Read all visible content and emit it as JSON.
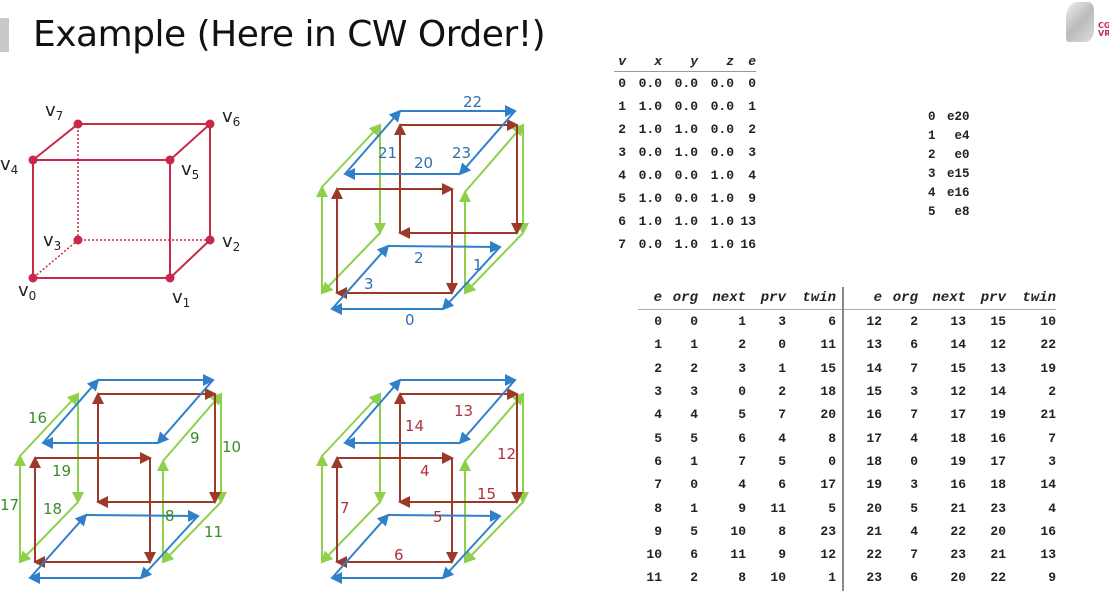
{
  "title": "Example (Here in CW Order!)",
  "logo_text": "CG VR",
  "colors": {
    "cube": "#c8294a",
    "blue": "#2f80c8",
    "red": "#9c3a2a",
    "green": "#8fd04a",
    "green_text": "#3a8c2a",
    "red_text": "#b03040",
    "blue_text": "#2f70b0"
  },
  "cube_labels": [
    {
      "base": "v",
      "sub": "0"
    },
    {
      "base": "v",
      "sub": "1"
    },
    {
      "base": "v",
      "sub": "2"
    },
    {
      "base": "v",
      "sub": "3"
    },
    {
      "base": "v",
      "sub": "4"
    },
    {
      "base": "v",
      "sub": "5"
    },
    {
      "base": "v",
      "sub": "6"
    },
    {
      "base": "v",
      "sub": "7"
    }
  ],
  "diagram_labels": {
    "d1": [
      "22",
      "21",
      "20",
      "23",
      "2",
      "1",
      "3",
      "0"
    ],
    "d2": [
      "16",
      "9",
      "10",
      "19",
      "17",
      "18",
      "8",
      "11"
    ],
    "d3": [
      "13",
      "14",
      "12",
      "4",
      "15",
      "7",
      "5",
      "6"
    ]
  },
  "vertex_table": {
    "headers": [
      "v",
      "x",
      "y",
      "z",
      "e"
    ],
    "rows": [
      [
        "0",
        "0.0",
        "0.0",
        "0.0",
        "0"
      ],
      [
        "1",
        "1.0",
        "0.0",
        "0.0",
        "1"
      ],
      [
        "2",
        "1.0",
        "1.0",
        "0.0",
        "2"
      ],
      [
        "3",
        "0.0",
        "1.0",
        "0.0",
        "3"
      ],
      [
        "4",
        "0.0",
        "0.0",
        "1.0",
        "4"
      ],
      [
        "5",
        "1.0",
        "0.0",
        "1.0",
        "9"
      ],
      [
        "6",
        "1.0",
        "1.0",
        "1.0",
        "13"
      ],
      [
        "7",
        "0.0",
        "1.0",
        "1.0",
        "16"
      ]
    ]
  },
  "face_table": {
    "rows": [
      [
        "0",
        "e20"
      ],
      [
        "1",
        "e4"
      ],
      [
        "2",
        "e0"
      ],
      [
        "3",
        "e15"
      ],
      [
        "4",
        "e16"
      ],
      [
        "5",
        "e8"
      ]
    ]
  },
  "edge_table": {
    "headers": [
      "e",
      "org",
      "next",
      "prv",
      "twin"
    ],
    "rows": [
      [
        "0",
        "0",
        "1",
        "3",
        "6",
        "12",
        "2",
        "13",
        "15",
        "10"
      ],
      [
        "1",
        "1",
        "2",
        "0",
        "11",
        "13",
        "6",
        "14",
        "12",
        "22"
      ],
      [
        "2",
        "2",
        "3",
        "1",
        "15",
        "14",
        "7",
        "15",
        "13",
        "19"
      ],
      [
        "3",
        "3",
        "0",
        "2",
        "18",
        "15",
        "3",
        "12",
        "14",
        "2"
      ],
      [
        "4",
        "4",
        "5",
        "7",
        "20",
        "16",
        "7",
        "17",
        "19",
        "21"
      ],
      [
        "5",
        "5",
        "6",
        "4",
        "8",
        "17",
        "4",
        "18",
        "16",
        "7"
      ],
      [
        "6",
        "1",
        "7",
        "5",
        "0",
        "18",
        "0",
        "19",
        "17",
        "3"
      ],
      [
        "7",
        "0",
        "4",
        "6",
        "17",
        "19",
        "3",
        "16",
        "18",
        "14"
      ],
      [
        "8",
        "1",
        "9",
        "11",
        "5",
        "20",
        "5",
        "21",
        "23",
        "4"
      ],
      [
        "9",
        "5",
        "10",
        "8",
        "23",
        "21",
        "4",
        "22",
        "20",
        "16"
      ],
      [
        "10",
        "6",
        "11",
        "9",
        "12",
        "22",
        "7",
        "23",
        "21",
        "13"
      ],
      [
        "11",
        "2",
        "8",
        "10",
        "1",
        "23",
        "6",
        "20",
        "22",
        "9"
      ]
    ]
  }
}
